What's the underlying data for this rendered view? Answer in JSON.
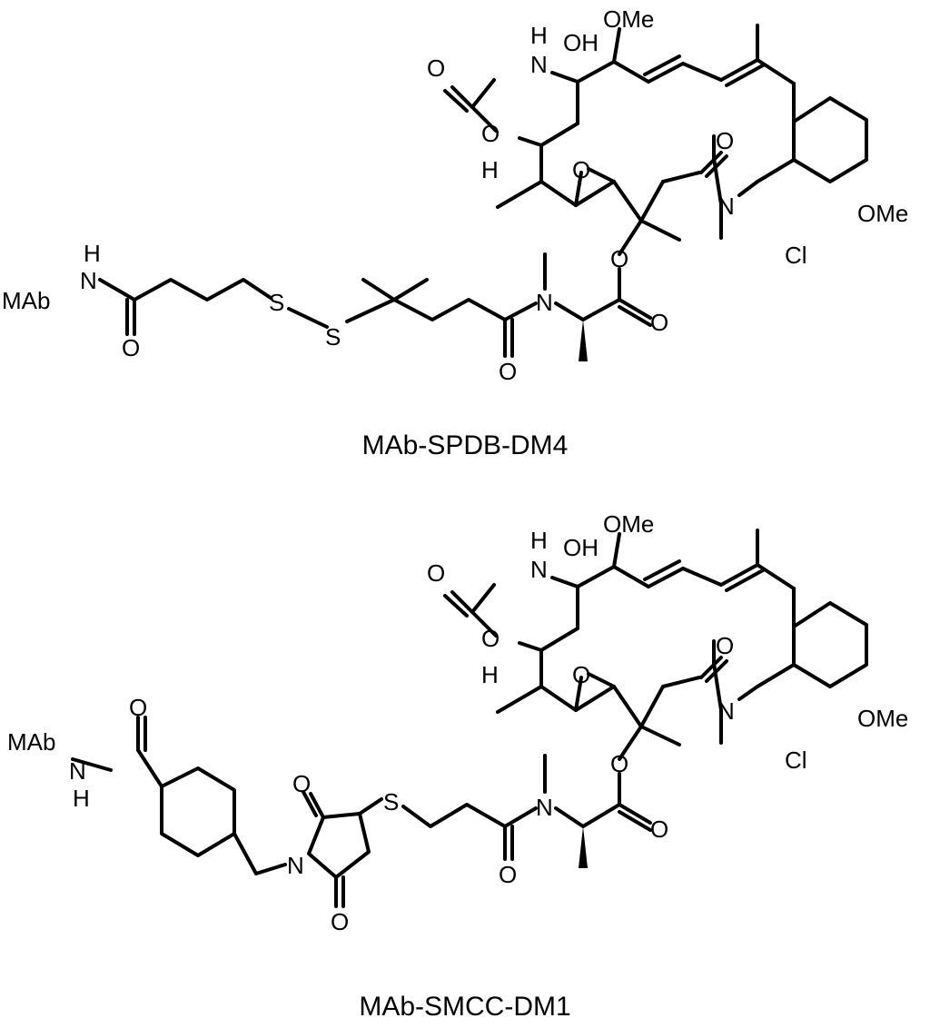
{
  "structures": [
    {
      "caption": "MAb-SPDB-DM4",
      "labels": {
        "mab": "MAb",
        "amide_nh_h": "H",
        "amide_nh_n": "N",
        "amide_o": "O",
        "s1": "S",
        "s2": "S",
        "n_methyl": "N",
        "amide2_o": "O",
        "ester_o": "O",
        "ester_carbonyl_o": "O",
        "ome_top": "OMe",
        "oh": "OH",
        "carbamate_nh_h": "H",
        "carbamate_nh_n": "N",
        "carbamate_o_exo": "O",
        "carbamate_o_ring": "O",
        "h_stereo": "H",
        "epoxide_o": "O",
        "lactam_o": "O",
        "lactam_n": "N",
        "ome_aryl": "OMe",
        "cl": "Cl"
      }
    },
    {
      "caption": "MAb-SMCC-DM1",
      "labels": {
        "mab": "MAb",
        "amide_nh_n": "N",
        "amide_nh_h": "H",
        "amide_o": "O",
        "imide_o_top": "O",
        "imide_n": "N",
        "imide_o_bottom": "O",
        "s1": "S",
        "n_methyl": "N",
        "amide2_o": "O",
        "ester_o": "O",
        "ester_carbonyl_o": "O",
        "ome_top": "OMe",
        "oh": "OH",
        "carbamate_nh_h": "H",
        "carbamate_nh_n": "N",
        "carbamate_o_exo": "O",
        "carbamate_o_ring": "O",
        "h_stereo": "H",
        "epoxide_o": "O",
        "lactam_o": "O",
        "lactam_n": "N",
        "ome_aryl": "OMe",
        "cl": "Cl"
      }
    }
  ]
}
